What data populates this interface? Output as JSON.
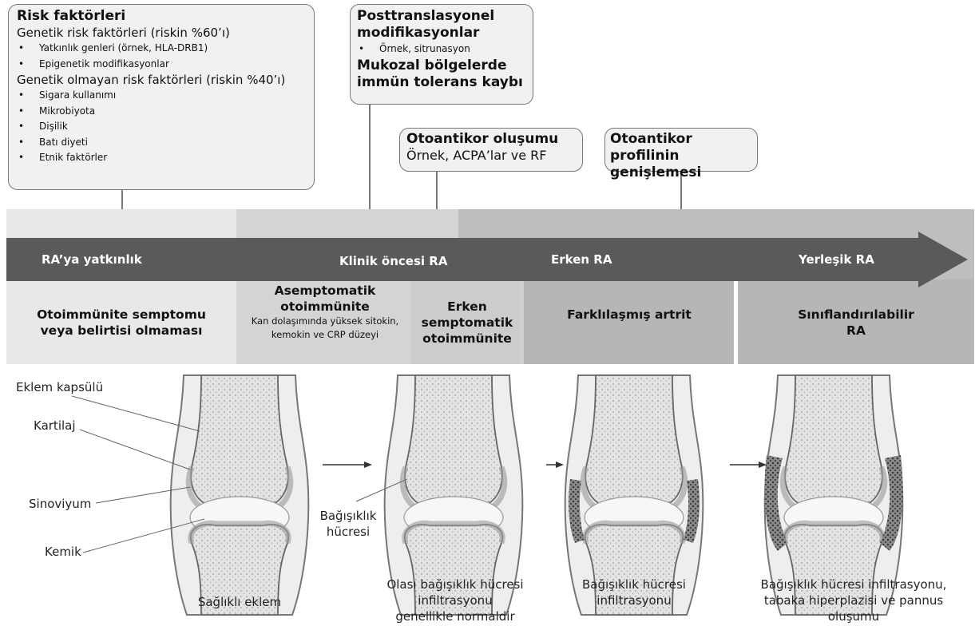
{
  "top_boxes": {
    "risk": {
      "title": "Risk faktörleri",
      "genetic_heading": "Genetik risk faktörleri (riskin %60’ı)",
      "genetic_items": [
        "Yatkınlık genleri (örnek, HLA-DRB1)",
        "Epigenetik modifikasyonlar"
      ],
      "nongenetic_heading": "Genetik olmayan risk faktörleri (riskin %40’ı)",
      "nongenetic_items": [
        "Sigara kullanımı",
        "Mikrobiyota",
        "Dişilik",
        "Batı diyeti",
        "Etnik faktörler"
      ]
    },
    "ptm": {
      "title_line1": "Posttranslasyonel",
      "title_line2": "modifikasyonlar",
      "item": "Örnek, sitrunasyon",
      "mucosal_line1": "Mukozal bölgelerde",
      "mucosal_line2": "immün tolerans kaybı"
    },
    "autoantibody": {
      "title": "Otoantikor oluşumu",
      "detail": "Örnek, ACPA’lar ve RF"
    },
    "expansion": {
      "title_line1": "Otoantikor profilinin",
      "title_line2": "genişlemesi"
    }
  },
  "timeline": {
    "labels": [
      "RA’ya yatkınlık",
      "Klinik öncesi RA",
      "Erken RA",
      "Yerleşik RA"
    ]
  },
  "stages": {
    "s1": {
      "line1": "Otoimmünite semptomu",
      "line2": "veya belirtisi olmaması"
    },
    "s2": {
      "line1": "Asemptomatik",
      "line2": "otoimmünite",
      "detail1": "Kan dolaşımında yüksek sitokin,",
      "detail2": "kemokin ve CRP düzeyi"
    },
    "s3": {
      "line1": "Erken",
      "line2": "semptomatik",
      "line3": "otoimmünite"
    },
    "s4": {
      "line1": "Farklılaşmış artrit"
    },
    "s5": {
      "line1": "Sınıflandırılabilir",
      "line2": "RA"
    }
  },
  "anatomy_labels": [
    "Eklem kapsülü",
    "Kartilaj",
    "Sinoviyum",
    "Kemik"
  ],
  "immune_cell_label": {
    "line1": "Bağışıklık",
    "line2": "hücresi"
  },
  "captions": {
    "c1": {
      "line1": "Sağlıklı eklem"
    },
    "c2": {
      "line1": "Olası bağışıklık hücresi",
      "line2": "infiltrasyonu",
      "line3": "genellikle normaldir"
    },
    "c3": {
      "line1": "Bağışıklık hücresi",
      "line2": "infiltrasyonu"
    },
    "c4": {
      "line1": "Bağışıklık hücresi infiltrasyonu,",
      "line2": "tabaka hiperplazisi ve pannus",
      "line3": "oluşumu"
    }
  },
  "colors": {
    "arrow": "#5a5a5a",
    "band_light": "#e7e7e7",
    "band_mid": "#d3d3d3",
    "band_dark": "#bdbdbd"
  }
}
